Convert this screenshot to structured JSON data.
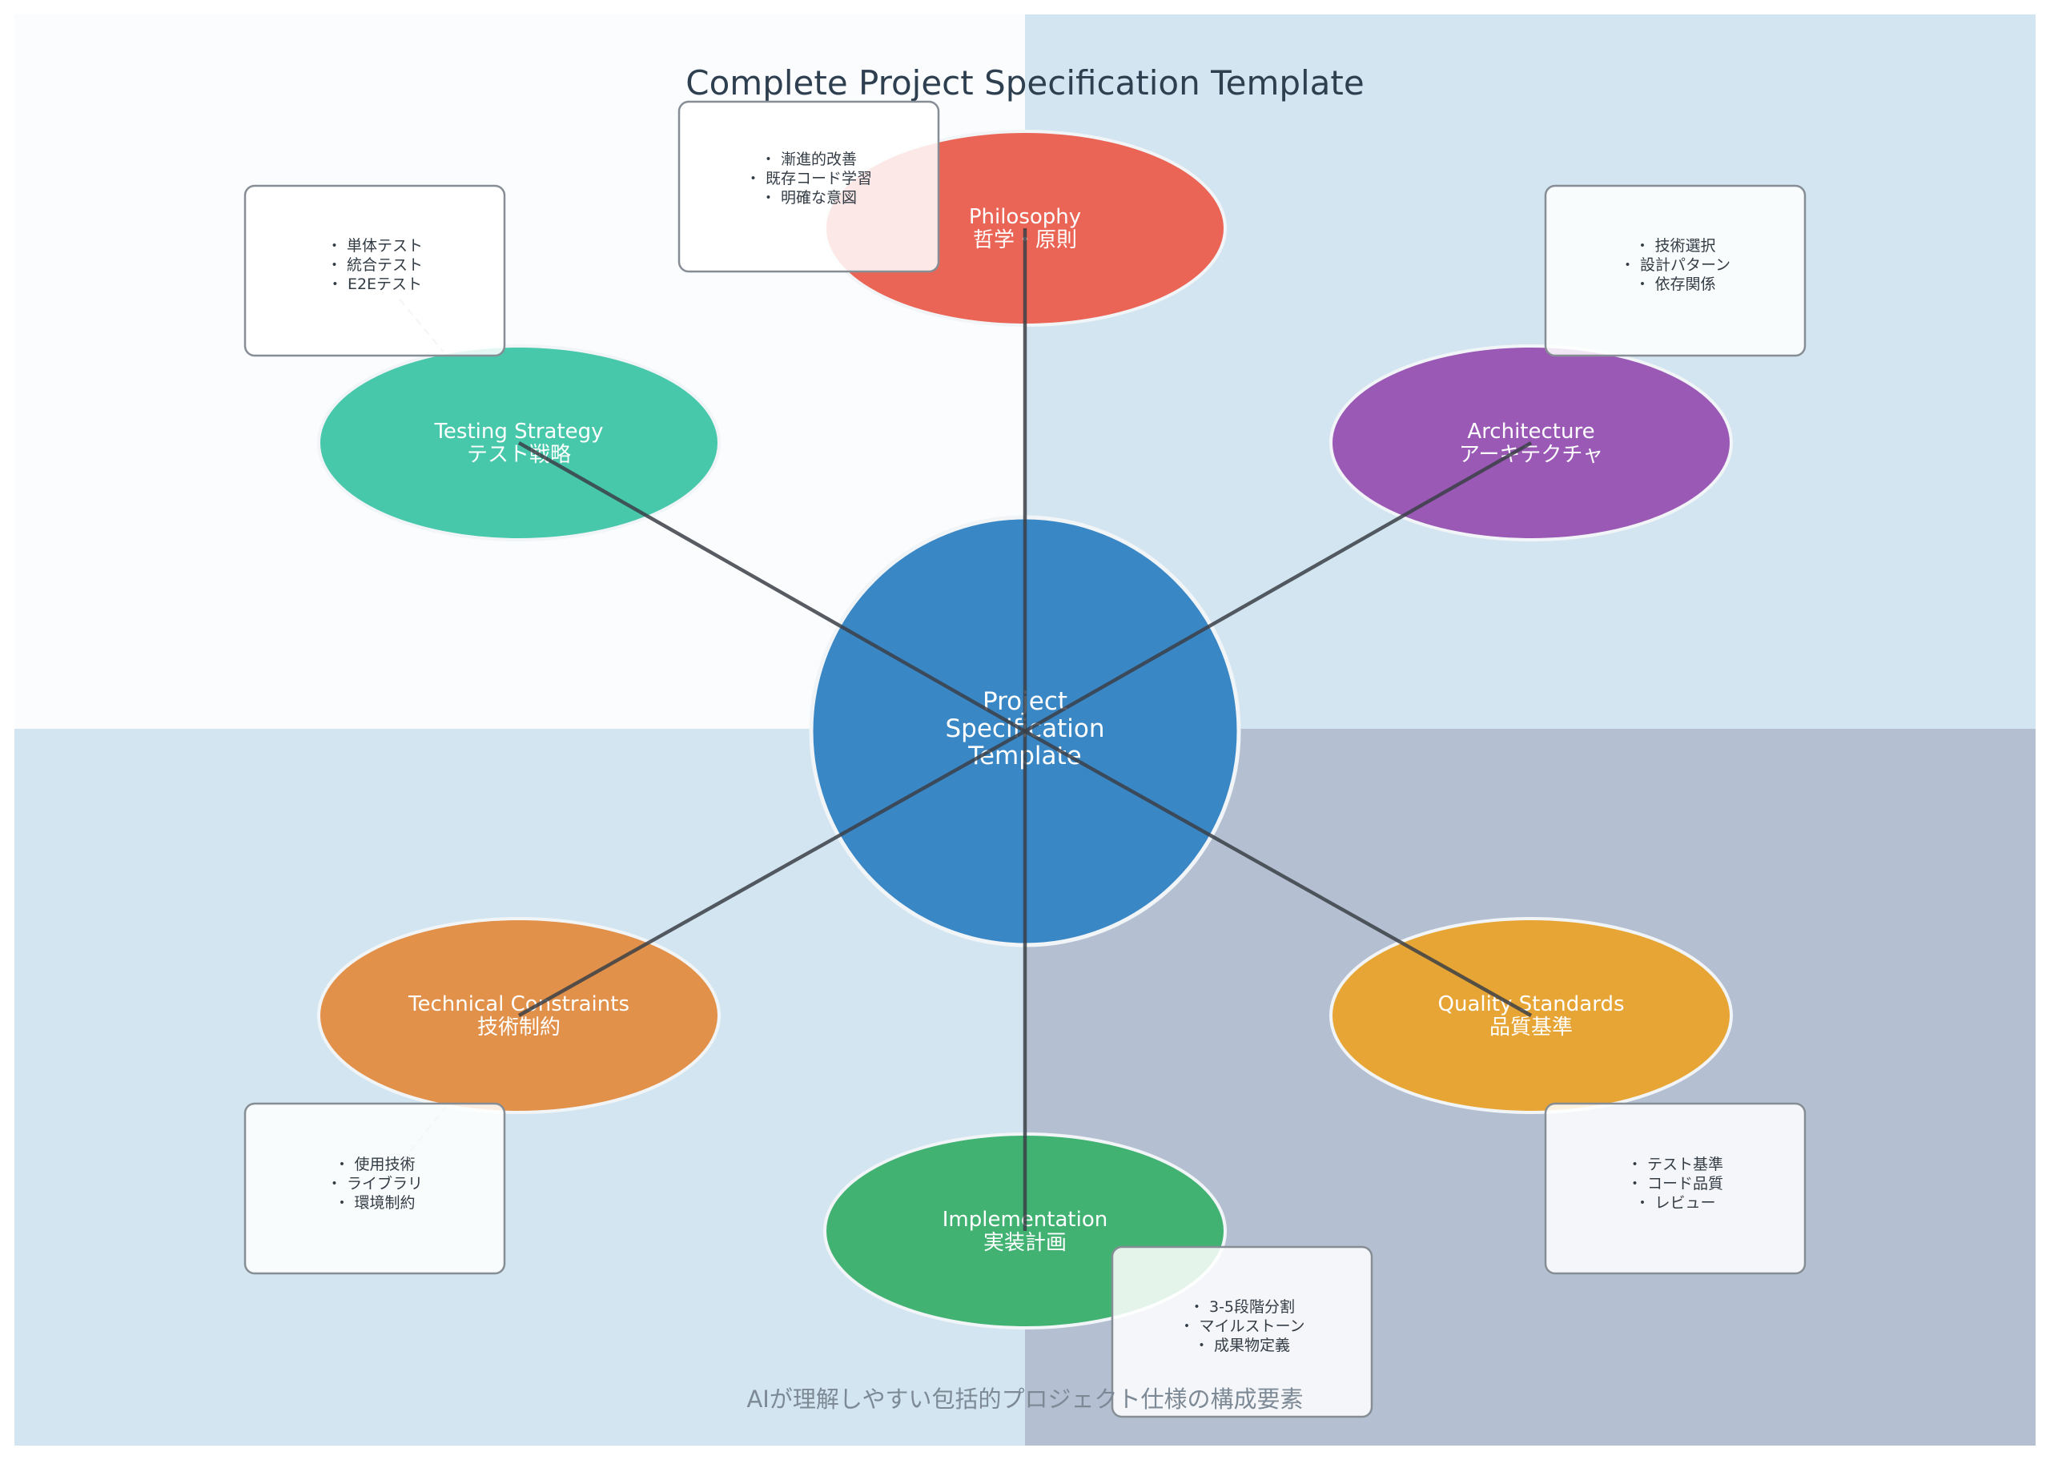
{
  "title": "Complete Project Specification Template",
  "subtitle": "AIが理解しやすい包括的プロジェクト仕様の構成要素",
  "center": {
    "lines": [
      "Project",
      "Specification",
      "Template"
    ],
    "color": "#3a87c6"
  },
  "nodes": [
    {
      "id": "philosophy",
      "lines": [
        "Philosophy",
        "哲学・原則"
      ],
      "color": "#ea6555",
      "details": [
        "・ 漸進的改善",
        "・ 既存コード学習",
        "・ 明確な意図"
      ]
    },
    {
      "id": "architecture",
      "lines": [
        "Architecture",
        "アーキテクチャ"
      ],
      "color": "#9b59b6",
      "details": [
        "・ 技術選択",
        "・ 設計パターン",
        "・ 依存関係"
      ]
    },
    {
      "id": "quality-standards",
      "lines": [
        "Quality Standards",
        "品質基準"
      ],
      "color": "#e7a535",
      "details": [
        "・ テスト基準",
        "・ コード品質",
        "・ レビュー"
      ]
    },
    {
      "id": "implementation",
      "lines": [
        "Implementation",
        "実装計画"
      ],
      "color": "#42b273",
      "details": [
        "・ 3-5段階分割",
        "・ マイルストーン",
        "・ 成果物定義"
      ]
    },
    {
      "id": "technical-constraints",
      "lines": [
        "Technical Constraints",
        "技術制約"
      ],
      "color": "#e2914b",
      "details": [
        "・ 使用技術",
        "・ ライブラリ",
        "・ 環境制約"
      ]
    },
    {
      "id": "testing-strategy",
      "lines": [
        "Testing Strategy",
        "テスト戦略"
      ],
      "color": "#47c8ab",
      "details": [
        "・ 単体テスト",
        "・ 統合テスト",
        "・ E2Eテスト"
      ]
    }
  ],
  "quadrant_colors": [
    "#fafcfe",
    "#d2e5f0",
    "#d2e5f0",
    "#b4c0d2"
  ]
}
